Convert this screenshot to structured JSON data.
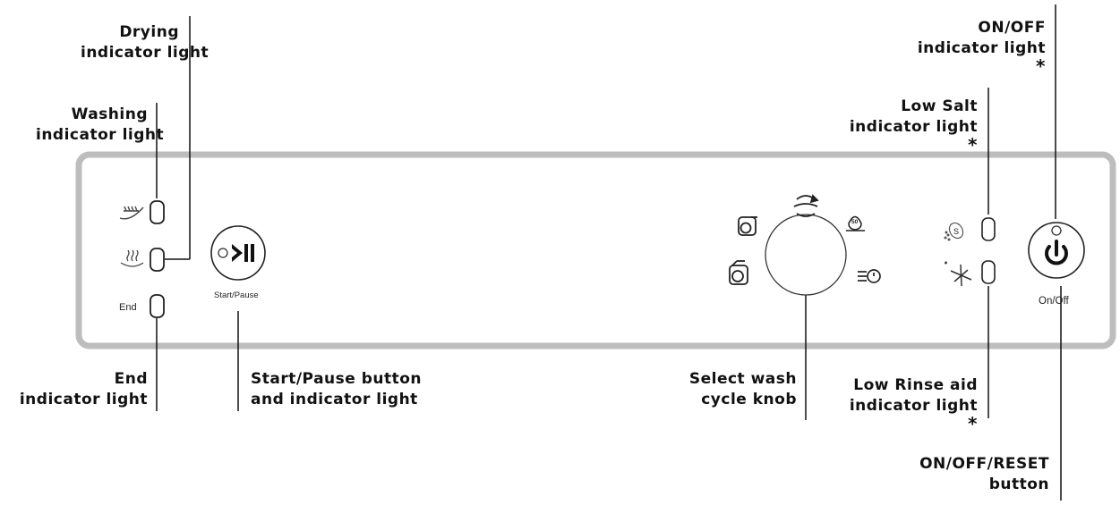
{
  "callouts": {
    "drying": [
      "Drying",
      "indicator light"
    ],
    "washing": [
      "Washing",
      "indicator light"
    ],
    "end": [
      "End",
      "indicator light"
    ],
    "start_pause": [
      "Start/Pause button",
      "and indicator light"
    ],
    "select_knob": [
      "Select wash",
      "cycle knob"
    ],
    "on_off_light": [
      "ON/OFF",
      "indicator light"
    ],
    "low_salt": [
      "Low Salt",
      "indicator light"
    ],
    "low_rinse": [
      "Low Rinse aid",
      "indicator light"
    ],
    "reset_button": [
      "ON/OFF/RESET",
      "button"
    ],
    "asterisk": "*"
  },
  "panel": {
    "end_label": "End",
    "start_pause_label": "Start/Pause",
    "on_off_label": "On/Off",
    "eco_badge": "50",
    "salt_letter": "S"
  },
  "icons": {
    "washing": "spray-arm-icon",
    "drying": "heat-waves-icon",
    "start_pause": "play-pause-icon",
    "power": "power-icon",
    "salt": "salt-icon",
    "rinse": "sparkle-icon"
  }
}
